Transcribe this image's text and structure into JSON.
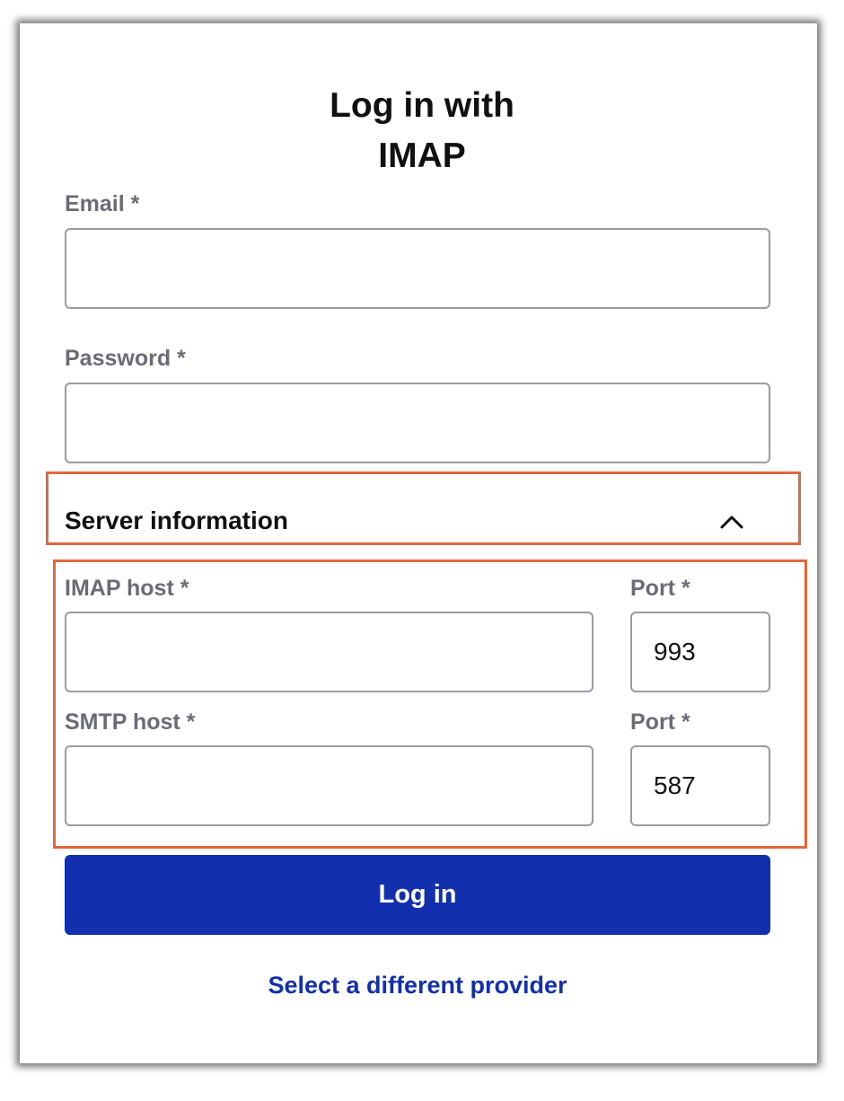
{
  "title_line1": "Log in with",
  "title_line2": "IMAP",
  "email": {
    "label": "Email *",
    "value": ""
  },
  "password": {
    "label": "Password *",
    "value": ""
  },
  "server_section": {
    "title": "Server information",
    "icon": "chevron-up-icon",
    "expanded": true
  },
  "imap": {
    "host_label": "IMAP host *",
    "host_value": "",
    "port_label": "Port *",
    "port_value": "993"
  },
  "smtp": {
    "host_label": "SMTP host *",
    "host_value": "",
    "port_label": "Port *",
    "port_value": "587"
  },
  "login_button": "Log in",
  "provider_link": "Select a different provider",
  "colors": {
    "primary": "#1230ae",
    "highlight": "#e2673a",
    "label": "#6b6b75",
    "border": "#9a9aa2"
  }
}
